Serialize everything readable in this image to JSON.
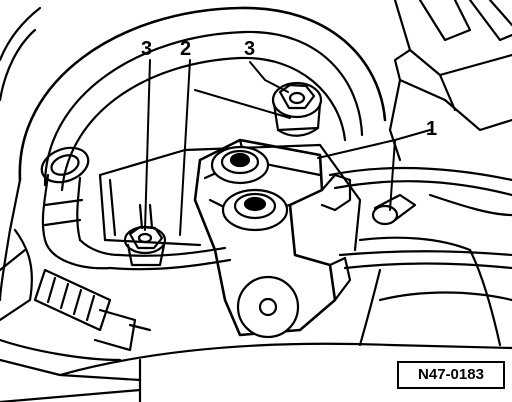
{
  "callouts": {
    "c1": "1",
    "c2": "2",
    "c3_left": "3",
    "c3_right": "3"
  },
  "figure_code": "N47-0183",
  "colors": {
    "ink": "#000000",
    "paper": "#ffffff"
  }
}
